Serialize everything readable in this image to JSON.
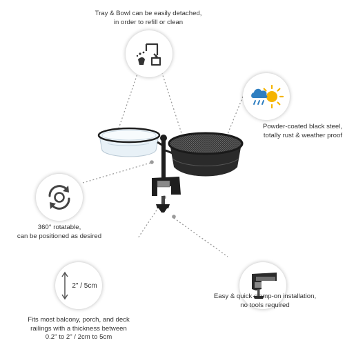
{
  "features": {
    "detach": {
      "icon": "detach-refill-icon",
      "lines": [
        "Tray & Bowl can be easily detached,",
        "in order to refill or clean"
      ]
    },
    "weather": {
      "icon": "weather-rain-sun-icon",
      "lines": [
        "Powder-coated black steel,",
        "totally rust & weather proof"
      ],
      "accent_color": "#2f7fc1",
      "sun_color": "#f5b400"
    },
    "rotate": {
      "icon": "rotate-360-icon",
      "lines": [
        "360° rotatable,",
        "can be positioned as desired"
      ]
    },
    "thickness": {
      "icon": "thickness-arrow-icon",
      "label": "2\" / 5cm",
      "lines": [
        "Fits most balcony, porch, and deck",
        "railings with a thickness between",
        "0.2\" to 2\" / 2cm to 5cm"
      ]
    },
    "clamp": {
      "icon": "clamp-icon",
      "lines": [
        "Easy & quick clamp-on installation,",
        "no tools required"
      ]
    }
  },
  "product": {
    "icon": "feeder-tray-bowl-product",
    "frame_color": "#1e1e1e",
    "bowl_color": "#e8f1f7"
  }
}
